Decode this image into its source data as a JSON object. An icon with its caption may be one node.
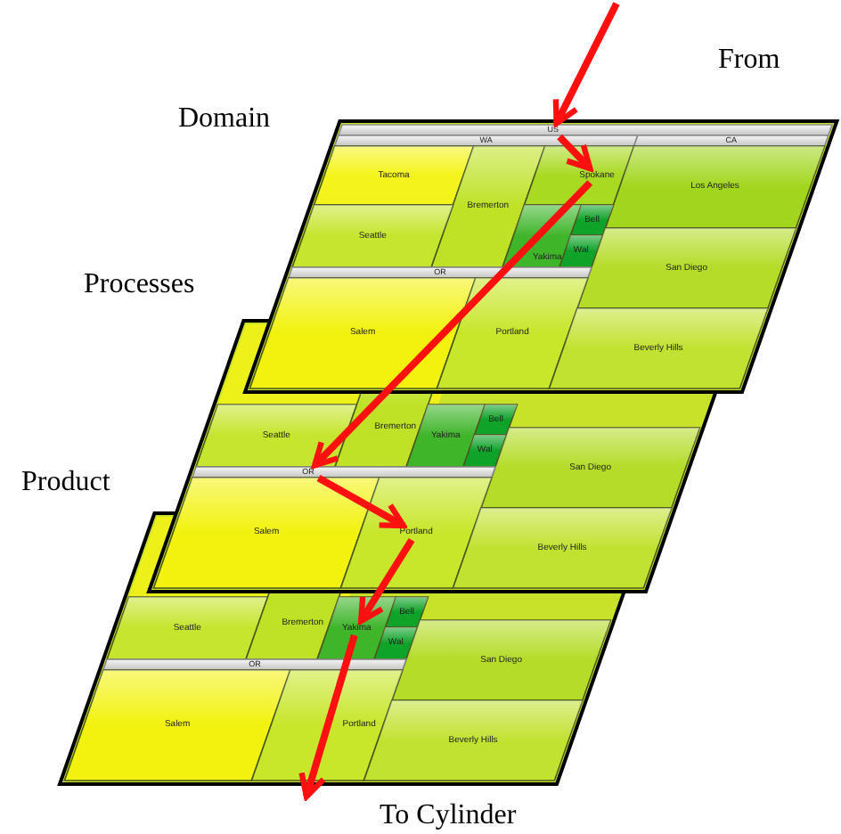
{
  "diagram": {
    "nodes": [
      {
        "text": [
          "Domain"
        ]
      },
      {
        "text": [
          "US"
        ],
        "in": 0
      },
      {
        "text": [
          "WA"
        ],
        "in": 0
      },
      {
        "text": [
          "CA"
        ],
        "in": 0
      },
      {
        "text": [
          "Tacoma"
        ],
        "in": 0
      },
      {
        "text": [
          "Bremerton"
        ],
        "in": 0
      },
      {
        "text": [
          "Spokane"
        ],
        "in": 0
      },
      {
        "text": [
          "Los Angeles"
        ],
        "in": 0
      },
      {
        "text": [
          "Seattle"
        ],
        "in": 0
      },
      {
        "text": [
          "Yakima"
        ],
        "in": 0
      },
      {
        "text": [
          "Bell"
        ],
        "in": 0
      },
      {
        "text": [
          "Wal"
        ],
        "in": 0
      },
      {
        "text": [
          "San Diego"
        ],
        "in": 0
      },
      {
        "text": [
          "OR"
        ],
        "in": 0
      },
      {
        "text": [
          "Salem"
        ],
        "in": 0
      },
      {
        "text": [
          "Portland"
        ],
        "in": 0
      },
      {
        "text": [
          "Beverly Hills"
        ],
        "in": 0
      },
      {
        "text": [
          "Processes"
        ]
      },
      {
        "text": [
          "Seattle"
        ],
        "in": 17
      },
      {
        "text": [
          "Bremerton"
        ],
        "in": 17
      },
      {
        "text": [
          "Yakima"
        ],
        "in": 17
      },
      {
        "text": [
          "Bell"
        ],
        "in": 17
      },
      {
        "text": [
          "Wal"
        ],
        "in": 17
      },
      {
        "text": [
          "San Diego"
        ],
        "in": 17
      },
      {
        "text": [
          "OR"
        ],
        "in": 17
      },
      {
        "text": [
          "Salem"
        ],
        "in": 17
      },
      {
        "text": [
          "Portland"
        ],
        "in": 17
      },
      {
        "text": [
          "Beverly Hills"
        ],
        "in": 17
      },
      {
        "text": [
          "Product"
        ]
      },
      {
        "text": [
          "Seattle"
        ],
        "in": 28
      },
      {
        "text": [
          "Bremerton"
        ],
        "in": 28
      },
      {
        "text": [
          "Yakima"
        ],
        "in": 28
      },
      {
        "text": [
          "Bell"
        ],
        "in": 28
      },
      {
        "text": [
          "Wal"
        ],
        "in": 28
      },
      {
        "text": [
          "San Diego"
        ],
        "in": 28
      },
      {
        "text": [
          "OR"
        ],
        "in": 28
      },
      {
        "text": [
          "Salem"
        ],
        "in": 28
      },
      {
        "text": [
          "Portland"
        ],
        "in": 28
      },
      {
        "text": [
          "Beverly Hills"
        ],
        "in": 28
      }
    ],
    "edges": [
      {
        "from": null,
        "to": 1,
        "arrow": "to"
      },
      {
        "from": 1,
        "to": 6,
        "arrow": "to"
      },
      {
        "from": 6,
        "to": 24,
        "arrow": "to"
      },
      {
        "from": 24,
        "to": 26,
        "arrow": "to"
      },
      {
        "from": 26,
        "to": 31,
        "arrow": "to"
      },
      {
        "from": 31,
        "to": null,
        "arrow": "to"
      }
    ],
    "labels": [
      "From",
      "To Cylinder"
    ]
  }
}
